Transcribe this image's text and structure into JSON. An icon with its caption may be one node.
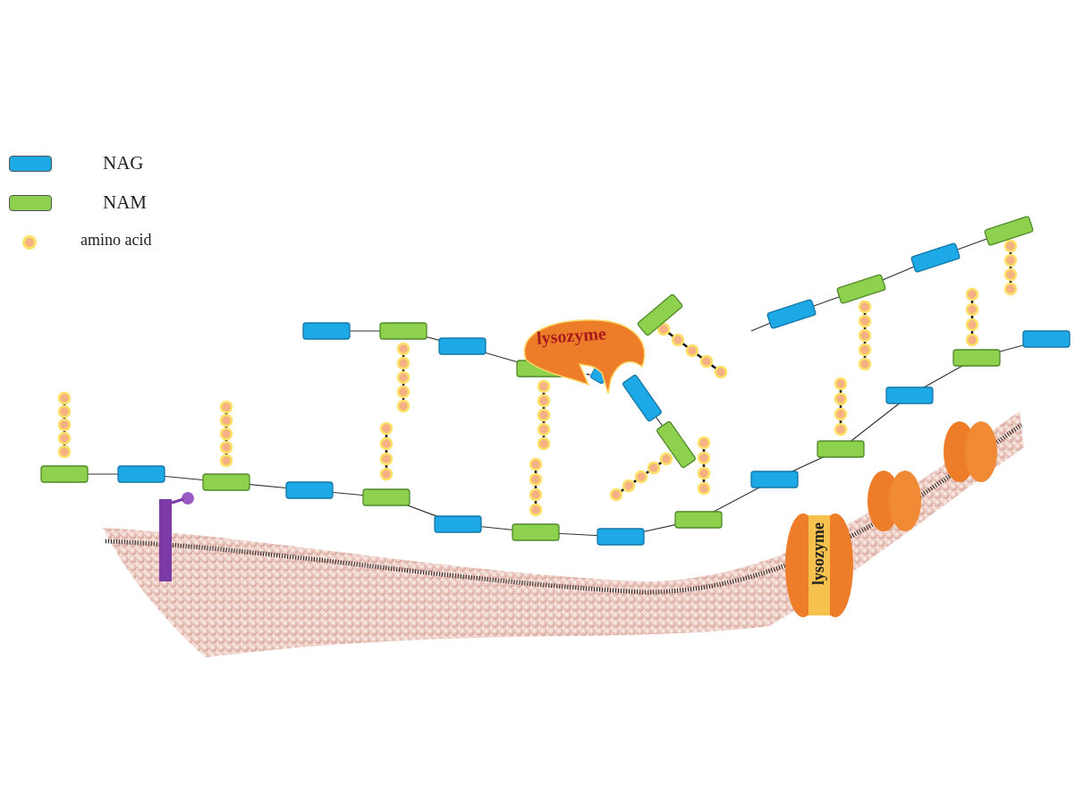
{
  "diagram": {
    "nodes": [
      {
        "text": [
          "lysozyme"
        ]
      },
      {
        "text": [
          "lysozyme"
        ]
      }
    ],
    "edges": [],
    "legend": [
      {
        "text": "NAG",
        "color": "#1ca9e6"
      },
      {
        "text": "NAM",
        "color": "#8dd14f"
      },
      {
        "text": "amino acid",
        "color": "#f4b183"
      }
    ]
  }
}
